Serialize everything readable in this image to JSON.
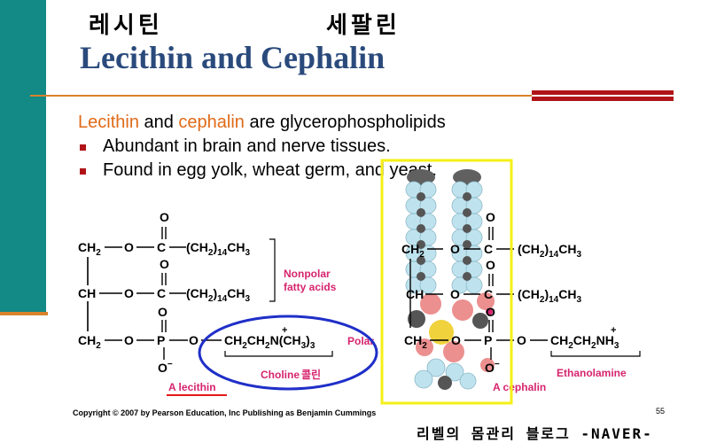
{
  "header": {
    "handwritten_lecithin": "레시틴",
    "handwritten_cephalin": "세팔린",
    "title": "Lecithin and Cephalin"
  },
  "body": {
    "intro_term1": "Lecithin",
    "intro_and": " and ",
    "intro_term2": "cephalin",
    "intro_rest": " are glycerophospholipids",
    "bullets": [
      "Abundant in brain and nerve tissues.",
      "Found in egg yolk, wheat germ, and yeast."
    ]
  },
  "diagram": {
    "nonpolar_label_1": "Nonpolar",
    "nonpolar_label_2": "fatty acids",
    "polar_label": "Polar",
    "choline_label": "Choline",
    "choline_korean": "콜린",
    "lecithin_label": "A lecithin",
    "ethanolamine_label": "Ethanolamine",
    "cephalin_label": "A cephalin"
  },
  "footer": {
    "copyright": "Copyright © 2007 by Pearson Education, Inc Publishing as Benjamin Cummings",
    "page_number": "55",
    "watermark": "리벨의 몸관리 블로그 -NAVER-"
  },
  "colors": {
    "teal": "#138a86",
    "title_blue": "#2a4a7c",
    "orange": "#e06a18",
    "accent_red": "#b01419",
    "label_pink": "#d6246e",
    "highlight_yellow": "#f5f017",
    "ellipse_blue": "#1f2fc8"
  }
}
